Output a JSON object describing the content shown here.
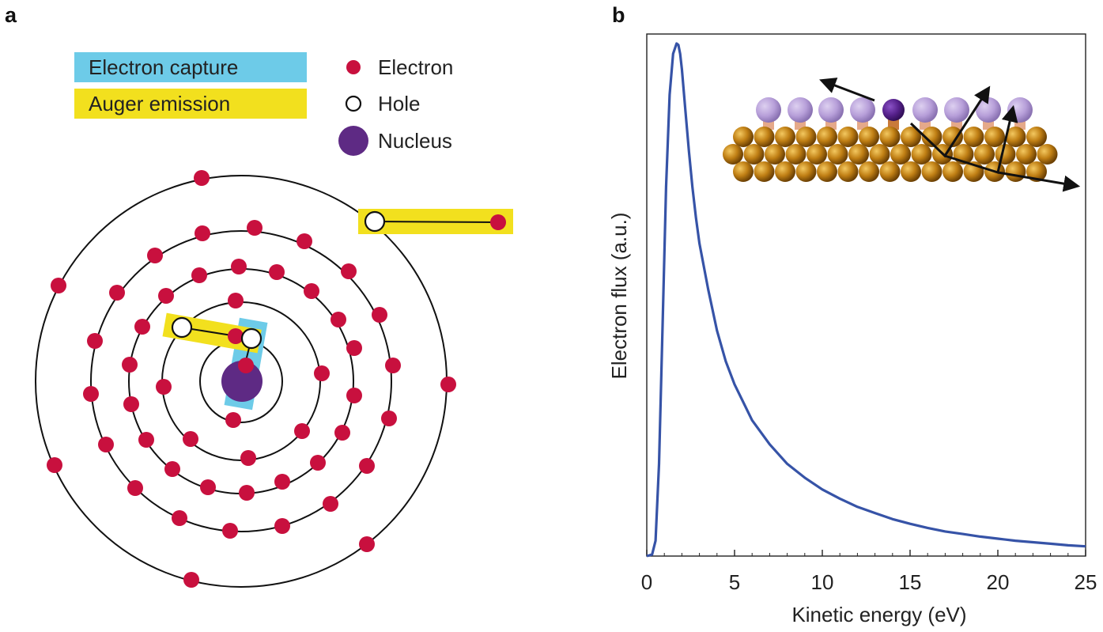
{
  "panels": {
    "a": {
      "letter": "a",
      "legend": {
        "electron_capture": "Electron capture",
        "auger_emission": "Auger emission",
        "electron": "Electron",
        "hole": "Hole",
        "nucleus": "Nucleus"
      }
    },
    "b": {
      "letter": "b"
    }
  },
  "colors": {
    "electron": "#c8103e",
    "nucleus": "#5e2a84",
    "electron_capture_band": "#6dcbe8",
    "auger_band": "#f2e01e",
    "curve": "#3653a7",
    "substrate": "#b9770e",
    "adsorbate": "#b79fd9"
  },
  "chart_data": {
    "type": "line",
    "xlabel": "Kinetic energy (eV)",
    "ylabel": "Electron flux (a.u.)",
    "xlim": [
      0,
      25
    ],
    "xticks": [
      "0",
      "5",
      "10",
      "15",
      "20",
      "25"
    ],
    "ylim": [
      0,
      1
    ],
    "y_tick_labels": false,
    "grid": false,
    "series": [
      {
        "x": [
          0,
          0.3,
          0.5,
          0.7,
          0.9,
          1.1,
          1.3,
          1.5,
          1.7,
          1.8,
          1.9,
          2.0,
          2.2,
          2.4,
          2.6,
          2.8,
          3.0,
          3.5,
          4.0,
          4.5,
          5.0,
          6.0,
          7.0,
          8.0,
          9.0,
          10.0,
          11.0,
          12.0,
          13.0,
          14.0,
          15.0,
          16.0,
          17.0,
          18.0,
          19.0,
          20.0,
          21.0,
          22.0,
          23.0,
          24.0,
          25.0
        ],
        "y": [
          0.0,
          0.003,
          0.03,
          0.18,
          0.45,
          0.72,
          0.9,
          0.98,
          1.0,
          0.997,
          0.98,
          0.95,
          0.87,
          0.79,
          0.72,
          0.66,
          0.61,
          0.52,
          0.44,
          0.38,
          0.335,
          0.265,
          0.218,
          0.18,
          0.153,
          0.13,
          0.112,
          0.096,
          0.084,
          0.072,
          0.063,
          0.055,
          0.048,
          0.043,
          0.038,
          0.034,
          0.03,
          0.027,
          0.024,
          0.021,
          0.019
        ]
      }
    ]
  }
}
